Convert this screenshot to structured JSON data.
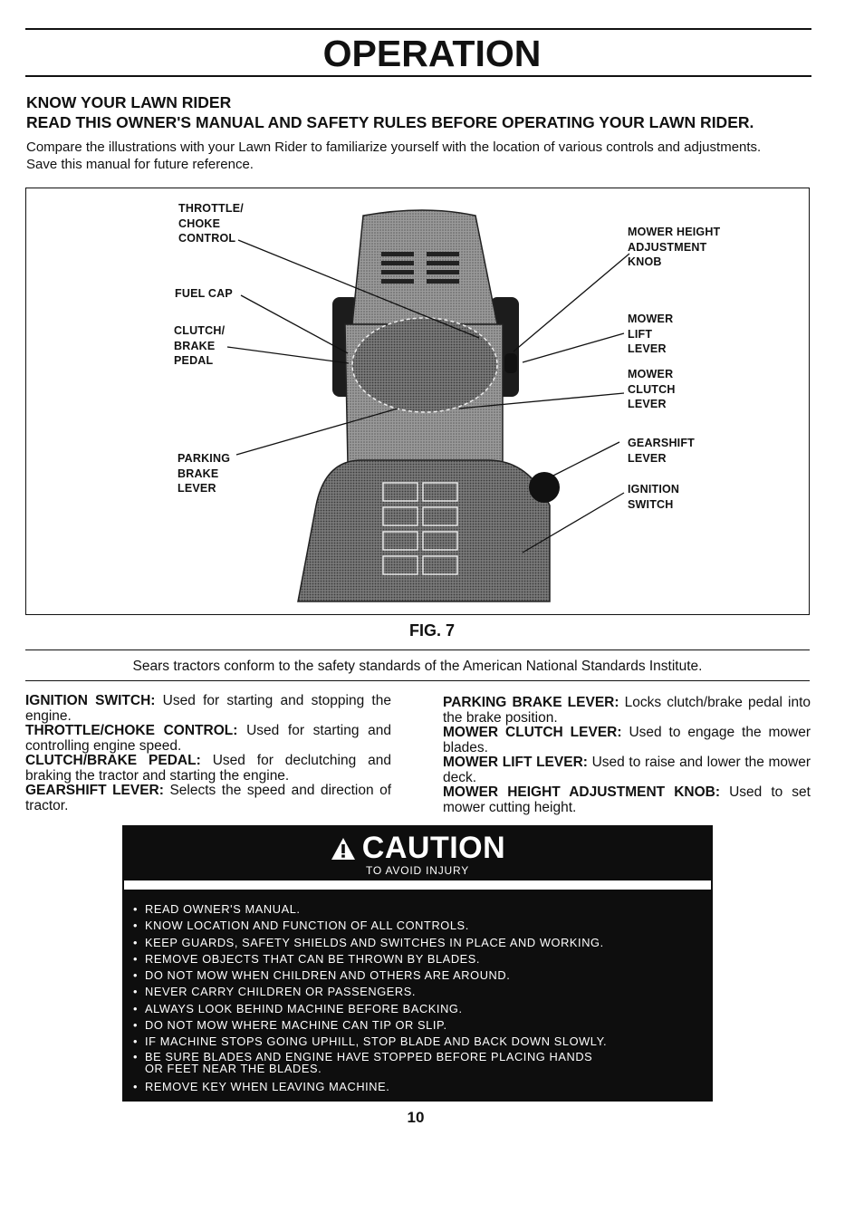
{
  "header": {
    "title": "OPERATION"
  },
  "intro": {
    "heading1": "KNOW YOUR LAWN RIDER",
    "heading2": "READ THIS OWNER'S MANUAL AND SAFETY RULES BEFORE OPERATING YOUR LAWN RIDER.",
    "line1": "Compare the illustrations with your Lawn Rider to familiarize yourself with the location of various controls and adjustments.",
    "line2": "Save this manual for future reference."
  },
  "figure": {
    "caption": "FIG. 7",
    "labels": {
      "throttle": [
        "THROTTLE/",
        "CHOKE",
        "CONTROL"
      ],
      "fuel_cap": [
        "FUEL CAP"
      ],
      "clutch_brake": [
        "CLUTCH/",
        "BRAKE",
        "PEDAL"
      ],
      "parking_brake": [
        "PARKING",
        "BRAKE",
        "LEVER"
      ],
      "mower_height": [
        "MOWER HEIGHT",
        "ADJUSTMENT",
        "KNOB"
      ],
      "mower_lift": [
        "MOWER",
        "LIFT",
        "LEVER"
      ],
      "mower_clutch": [
        "MOWER",
        "CLUTCH",
        "LEVER"
      ],
      "gearshift": [
        "GEARSHIFT",
        "LEVER"
      ],
      "ignition": [
        "IGNITION",
        "SWITCH"
      ]
    }
  },
  "standards_note": "Sears tractors conform to the safety standards of the American National Standards Institute.",
  "definitions": {
    "left": [
      {
        "term": "IGNITION SWITCH:",
        "text": "Used for starting and stopping the engine."
      },
      {
        "term": "THROTTLE/CHOKE CONTROL:",
        "text": "Used for starting and controlling engine speed."
      },
      {
        "term": "CLUTCH/BRAKE PEDAL:",
        "text": "Used for declutching and braking the tractor and starting the engine."
      },
      {
        "term": "GEARSHIFT LEVER:",
        "text": "Selects the speed and direction of tractor."
      }
    ],
    "right": [
      {
        "term": "PARKING BRAKE LEVER:",
        "text": "Locks clutch/brake pedal into the brake position."
      },
      {
        "term": "MOWER CLUTCH LEVER:",
        "text": "Used to engage the mower blades."
      },
      {
        "term": "MOWER LIFT LEVER:",
        "text": "Used to raise and lower the mower deck."
      },
      {
        "term": "MOWER HEIGHT ADJUSTMENT KNOB:",
        "text": "Used to set mower cutting height."
      }
    ]
  },
  "caution": {
    "title": "CAUTION",
    "subtitle": "TO AVOID INJURY",
    "icon": "warning-triangle-icon",
    "items": [
      "READ OWNER'S MANUAL.",
      "KNOW LOCATION AND FUNCTION OF ALL CONTROLS.",
      "KEEP GUARDS, SAFETY SHIELDS AND SWITCHES IN PLACE AND WORKING.",
      "REMOVE OBJECTS THAT CAN BE THROWN BY BLADES.",
      "DO NOT MOW WHEN CHILDREN AND OTHERS ARE AROUND.",
      "NEVER CARRY CHILDREN OR PASSENGERS.",
      "ALWAYS LOOK BEHIND MACHINE BEFORE BACKING.",
      "DO NOT MOW WHERE MACHINE CAN TIP OR SLIP.",
      "IF MACHINE STOPS GOING UPHILL, STOP BLADE AND BACK DOWN SLOWLY.",
      "BE SURE BLADES AND ENGINE HAVE STOPPED BEFORE PLACING HANDS OR FEET NEAR THE BLADES.",
      "REMOVE KEY WHEN LEAVING MACHINE."
    ]
  },
  "footer": {
    "page_number": "10"
  }
}
